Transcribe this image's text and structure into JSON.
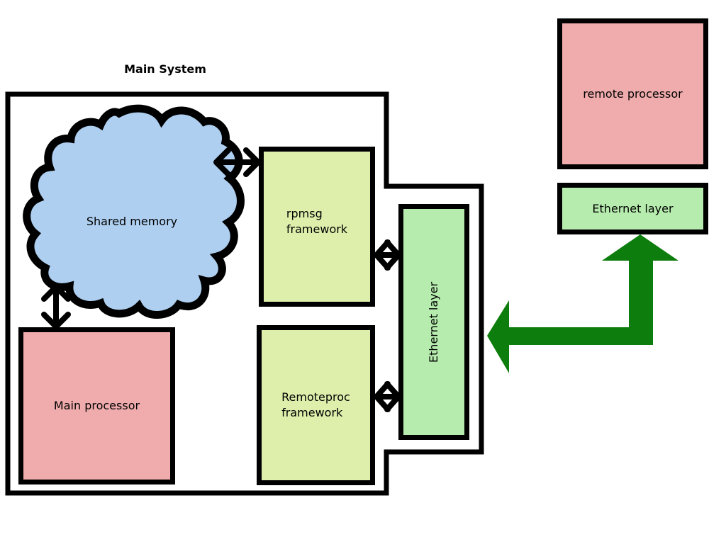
{
  "title": "Main System",
  "colors": {
    "background": "#ffffff",
    "outline": "#000000",
    "text": "#000000",
    "cloud-fill": "#aecff0",
    "framework-fill": "#ddefab",
    "ethernet-fill": "#b6edae",
    "processor-fill": "#f0acac",
    "arrow-green": "#0d7d0d"
  },
  "main_system": {
    "label": "Main System",
    "shared_memory": {
      "label": "Shared memory"
    },
    "rpmsg_framework": {
      "lines": [
        "rpmsg",
        "framework"
      ]
    },
    "remoteproc_framework": {
      "lines": [
        "Remoteproc",
        "framework"
      ]
    },
    "main_processor": {
      "label": "Main processor"
    },
    "ethernet_layer": {
      "label": "Ethernet layer"
    }
  },
  "remote_system": {
    "remote_processor": {
      "label": "remote processor"
    },
    "ethernet_layer": {
      "label": "Ethernet layer"
    }
  },
  "connectors": [
    {
      "from": "shared-memory",
      "to": "rpmsg-framework",
      "type": "double-headed-arrow",
      "color": "#000000"
    },
    {
      "from": "shared-memory",
      "to": "main-processor",
      "type": "double-headed-arrow",
      "color": "#000000"
    },
    {
      "from": "rpmsg-framework",
      "to": "main-ethernet-layer",
      "type": "double-headed-arrow",
      "color": "#000000"
    },
    {
      "from": "remoteproc-framework",
      "to": "main-ethernet-layer",
      "type": "double-headed-arrow",
      "color": "#000000"
    },
    {
      "from": "remote-ethernet-layer",
      "to": "main-ethernet-layer",
      "type": "elbow-arrow",
      "color": "#0d7d0d"
    }
  ]
}
